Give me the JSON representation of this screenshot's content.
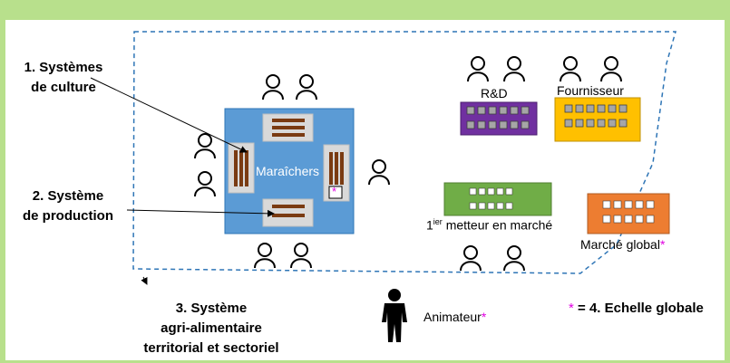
{
  "labels": {
    "cultivation_systems": [
      "1. Systèmes",
      "de culture"
    ],
    "production_system": [
      "2. Système",
      "de production"
    ],
    "agrifood_system": [
      "3. Système",
      "agri-alimentaire",
      "territorial et sectoriel"
    ],
    "global_scale": "= 4. Echelle globale",
    "asterisk": "*"
  },
  "nodes": {
    "farm": "Maraîchers",
    "rnd": "R&D",
    "supplier": "Fournisseur",
    "first_seller_prefix": "1",
    "first_seller_sup": "ier",
    "first_seller_suffix": " metteur en marché",
    "global_market": "Marché global",
    "facilitator": "Animateur"
  },
  "colors": {
    "background": "#b8e08c",
    "farm": "#5b9bd5",
    "rnd": "#7030a0",
    "supplier": "#ffc000",
    "first_seller": "#70ad47",
    "global_market": "#ed7d31",
    "crop_bars": "#7a3b12",
    "asterisk": "#e000e0"
  }
}
